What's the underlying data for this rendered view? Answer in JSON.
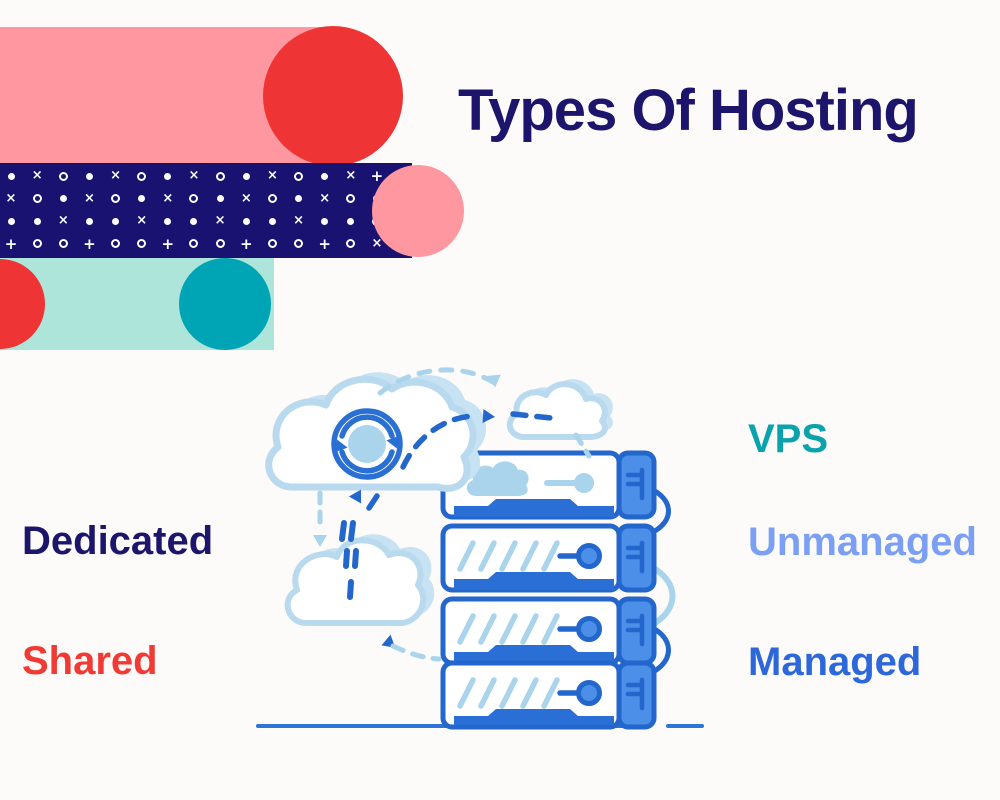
{
  "title": {
    "text": "Types Of Hosting",
    "color": "#1c156b"
  },
  "hosting_types": {
    "dedicated": {
      "text": "Dedicated",
      "color": "#1c156b"
    },
    "shared": {
      "text": "Shared",
      "color": "#f23a35"
    },
    "vps": {
      "text": "VPS",
      "color": "#09a2ad"
    },
    "unmanaged": {
      "text": "Unmanaged",
      "color": "#7b9ff2"
    },
    "managed": {
      "text": "Managed",
      "color": "#2d68da"
    }
  },
  "decor": {
    "pink": "#fe97a0",
    "red": "#ee3434",
    "navy": "#191270",
    "mint": "#aee5da",
    "teal": "#00a5b5",
    "pattern_symbol_color": "#ffffff",
    "pattern_rows": [
      [
        "dot",
        "x",
        "o",
        "dot",
        "x",
        "o",
        "dot",
        "x",
        "o",
        "dot",
        "x",
        "o",
        "dot",
        "x",
        "plus"
      ],
      [
        "x",
        "o",
        "dot",
        "x",
        "o",
        "dot",
        "x",
        "o",
        "dot",
        "x",
        "o",
        "dot",
        "x",
        "o",
        "dot"
      ],
      [
        "dot",
        "dot",
        "x",
        "dot",
        "dot",
        "x",
        "dot",
        "dot",
        "x",
        "dot",
        "dot",
        "x",
        "dot",
        "dot",
        "o"
      ],
      [
        "plus",
        "o",
        "o",
        "plus",
        "o",
        "o",
        "plus",
        "o",
        "o",
        "plus",
        "o",
        "o",
        "plus",
        "o",
        "x"
      ]
    ]
  },
  "illustration": {
    "name": "cloud-server-sync",
    "server_unit_count": 4,
    "colors": {
      "outline": "#2366cc",
      "panel_fill": "#4b8fe9",
      "light_blue": "#a9d4ec",
      "cloud_stroke": "#b9daee",
      "cloud_shadow": "#c6e2f3",
      "band": "#2a6fd6",
      "baseline": "#2e75d8"
    }
  }
}
